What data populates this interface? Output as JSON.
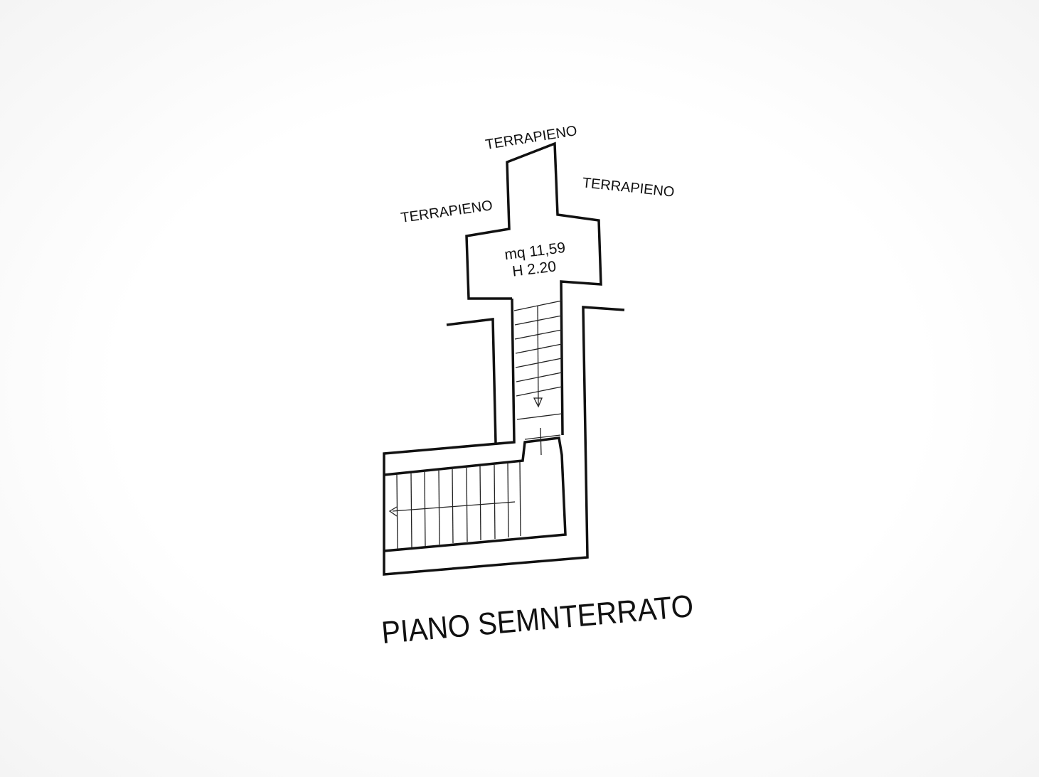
{
  "plan": {
    "title": "PIANO SEMNTERRATO",
    "surroundings": {
      "top": "TERRAPIENO",
      "left": "TERRAPIENO",
      "right": "TERRAPIENO"
    },
    "room": {
      "area": "mq 11,59",
      "height": "H 2.20"
    }
  },
  "style": {
    "line_color": "#111111",
    "background": "#ffffff"
  }
}
